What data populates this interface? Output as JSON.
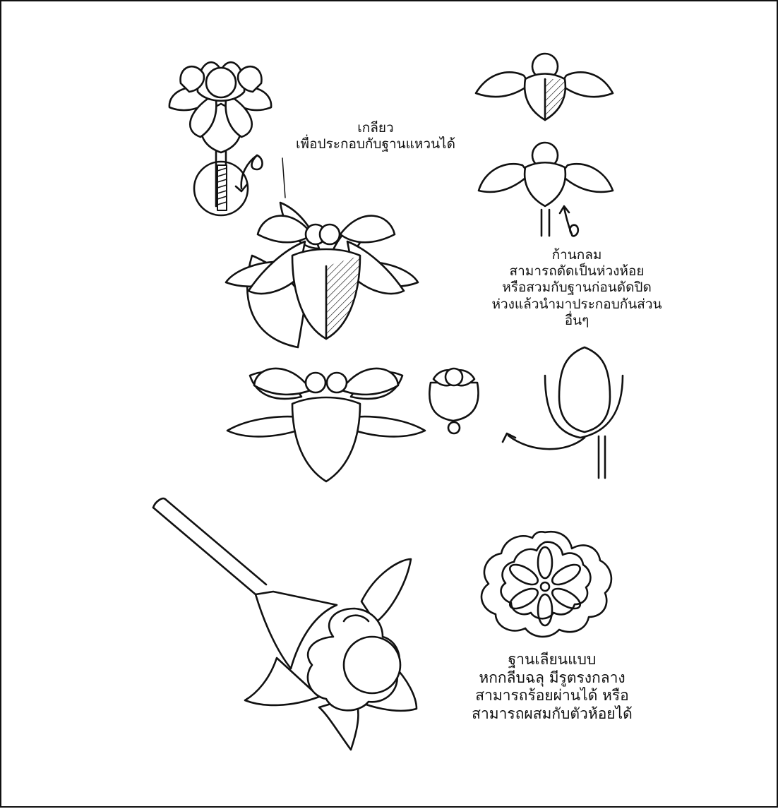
{
  "notes": {
    "thread": {
      "line1": "เกลียว",
      "line2": "เพื่อประกอบกับฐานแหวนได้"
    },
    "stem": {
      "line1": "ก้านกลม",
      "line2": "สามารถดัดเป็นห่วงห้อย",
      "line3": "หรือสวมกับฐานก่อนดัดปิด",
      "line4": "ห่วงแล้วนำมาประกอบกันส่วน",
      "line5": "อื่นๆ"
    },
    "base": {
      "line1": "ฐานเลียนแบบ",
      "line2": "หกกลีบฉลุ มีรูตรงกลาง",
      "line3": "สามารถร้อยผ่านได้ หรือ",
      "line4": "สามารถผสมกับตัวห้อยได้"
    }
  },
  "colors": {
    "ink": "#111111",
    "paper": "#ffffff"
  }
}
